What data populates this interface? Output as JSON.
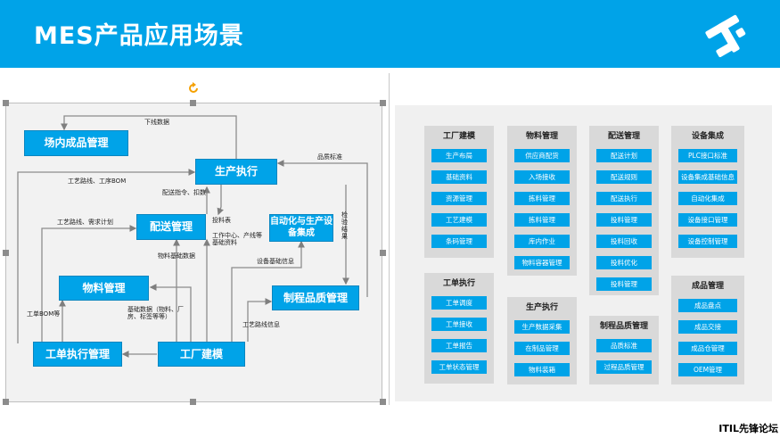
{
  "header": {
    "title": "MES产品应用场景"
  },
  "diagram": {
    "nodes": {
      "field_product": "场内成品管理",
      "production": "生产执行",
      "delivery": "配送管理",
      "automation": "自动化与生产设备集成",
      "material": "物料管理",
      "quality": "制程品质管理",
      "workorder": "工单执行管理",
      "factory": "工厂建模"
    },
    "labels": {
      "l1": "下线数据",
      "l2": "品质标准",
      "l3": "工艺路线、工序BOM",
      "l4": "配送指令、扣数",
      "l5": "工艺路线、需求计划",
      "l6": "投料表",
      "l7": "工作中心、产线等基础资料",
      "l8": "物料基础数据",
      "l9": "设备基础信息",
      "l10": "检验结果",
      "l11": "工单BOM等",
      "l12": "基础数据（物料、厂房、标签等等）",
      "l13": "工艺路线信息"
    }
  },
  "panel": {
    "groups": [
      {
        "title": "工厂建模",
        "items": [
          "生产布局",
          "基础资料",
          "资源管理",
          "工艺建模",
          "条码管理"
        ]
      },
      {
        "title": "物料管理",
        "items": [
          "供应商配货",
          "入场接收",
          "拣料管理",
          "拣料管理",
          "库内作业",
          "物料容器管理"
        ]
      },
      {
        "title": "配送管理",
        "items": [
          "配送计划",
          "配送规则",
          "配送执行",
          "投料管理",
          "投料回收",
          "投料优化",
          "投料管理"
        ]
      },
      {
        "title": "设备集成",
        "items": [
          "PLC接口标准",
          "设备集成基础信息",
          "自动化集成",
          "设备接口管理",
          "设备控制管理"
        ]
      },
      {
        "title": "工单执行",
        "items": [
          "工单调度",
          "工单接收",
          "工单报告",
          "工单状态管理"
        ]
      },
      {
        "title": "生产执行",
        "items": [
          "生产数据采集",
          "在制品管理",
          "物料装箱"
        ]
      },
      {
        "title": "制程品质管理",
        "items": [
          "品质标准",
          "过程品质管理"
        ]
      },
      {
        "title": "成品管理",
        "items": [
          "成品盘点",
          "成品交接",
          "成品仓管理",
          "OEM管理"
        ]
      }
    ]
  },
  "footer": {
    "brand": "ITIL先锋论坛"
  },
  "colors": {
    "accent": "#00a3e8",
    "panel": "#f0f0f0",
    "group": "#d9d9d9"
  }
}
